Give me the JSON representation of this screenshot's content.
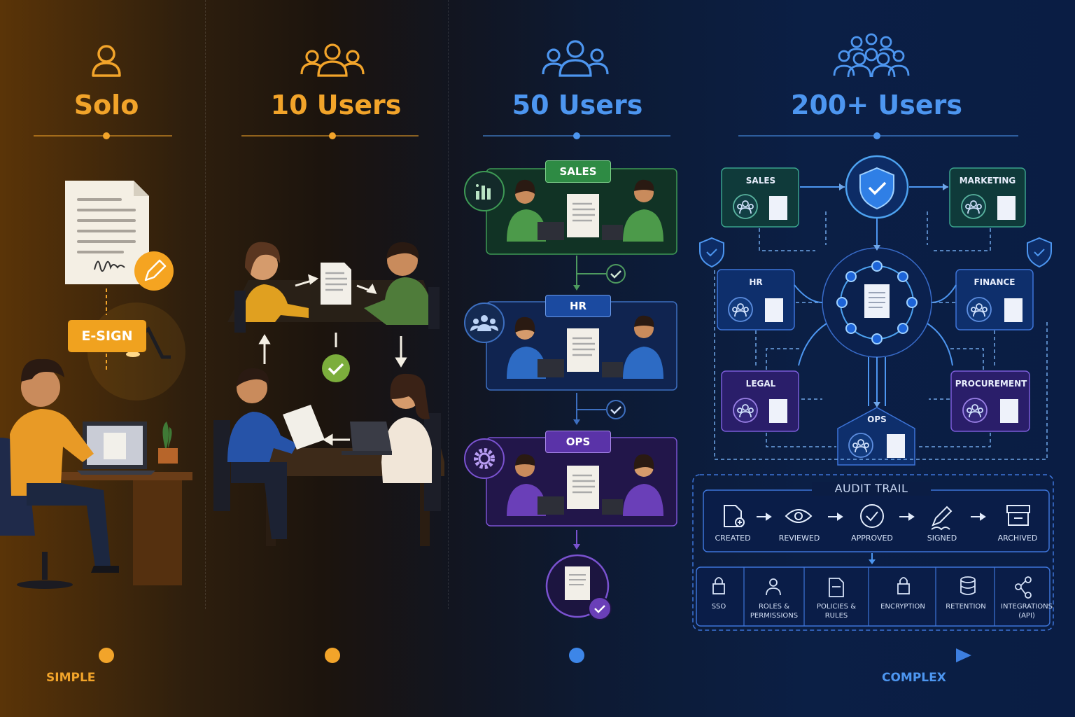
{
  "columns": {
    "solo": {
      "title": "Solo"
    },
    "ten": {
      "title": "10 Users"
    },
    "fifty": {
      "title": "50 Users"
    },
    "twohundred": {
      "title": "200+ Users"
    }
  },
  "solo": {
    "esign_label": "E-SIGN"
  },
  "fifty": {
    "departments": [
      "SALES",
      "HR",
      "OPS"
    ]
  },
  "twohundred": {
    "departments": [
      "SALES",
      "MARKETING",
      "HR",
      "FINANCE",
      "LEGAL",
      "PROCUREMENT",
      "OPS"
    ],
    "audit_trail": {
      "title": "AUDIT TRAIL",
      "steps": [
        "CREATED",
        "REVIEWED",
        "APPROVED",
        "SIGNED",
        "ARCHIVED"
      ]
    },
    "features": [
      "SSO",
      "ROLES &\nPERMISSIONS",
      "POLICIES &\nRULES",
      "ENCRYPTION",
      "RETENTION",
      "INTEGRATIONS\n(API)"
    ]
  },
  "axis": {
    "left_label": "SIMPLE",
    "right_label": "COMPLEX"
  },
  "colors": {
    "orange": "#f2a42a",
    "blue": "#4d96f0",
    "green": "#2f9a4c",
    "purple": "#6b3fb8",
    "navy": "#1b3f86"
  }
}
